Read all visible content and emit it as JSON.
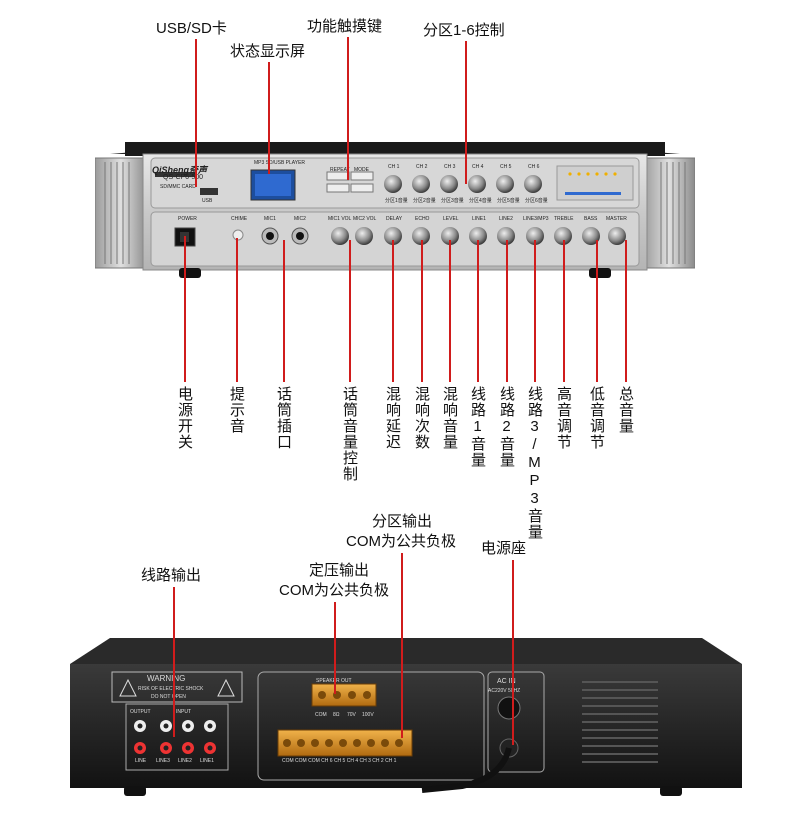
{
  "front": {
    "top_labels": {
      "usb_sd": "USB/SD卡",
      "display": "状态显示屏",
      "function_keys": "功能触摸键",
      "zone_control": "分区1-6控制"
    },
    "bottom_labels": [
      "电源开关",
      "提示音",
      "话筒插口",
      "话筒音量控制",
      "混响延迟",
      "混响次数",
      "混响音量",
      "线路1音量",
      "线路2音量",
      "线路3/MP3音量",
      "高音调节",
      "低音调节",
      "总音量"
    ],
    "panel": {
      "brand": "QiSheng",
      "brand_cn": "奇声",
      "model": "QS-CP6-500",
      "player": "MP3 SD/USB PLAYER",
      "slot_label": "SD/MMC CARD",
      "usb_label": "USB",
      "ch_labels": [
        "CH 1",
        "CH 2",
        "CH 3",
        "CH 4",
        "CH 5",
        "CH 6"
      ],
      "zone_vol_labels": [
        "分区1音量",
        "分区2音量",
        "分区3音量",
        "分区4音量",
        "分区5音量",
        "分区6音量"
      ],
      "lower_labels": [
        "POWER",
        "CHIME",
        "MIC1",
        "MIC2",
        "MIC1 VOL",
        "MIC2 VOL",
        "DELAY",
        "ECHO",
        "LEVEL",
        "LINE1",
        "LINE2",
        "LINE3/MP3",
        "TREBLE",
        "BASS",
        "MASTER"
      ],
      "button_labels": [
        "REPEAT",
        "MODE"
      ]
    }
  },
  "rear": {
    "labels": {
      "line_out": "线路输出",
      "fixed_voltage": "定压输出",
      "fixed_voltage_sub": "COM为公共负极",
      "zone_out": "分区输出",
      "zone_out_sub": "COM为公共负极",
      "power_socket": "电源座"
    },
    "panel": {
      "warning_title": "WARNING",
      "warning_line1": "RISK OF ELECTRIC SHOCK",
      "warning_line2": "DO NOT OPEN",
      "output": "OUTPUT",
      "input": "INPUT",
      "line": "LINE",
      "line_inputs": [
        "LINE3",
        "LINE2",
        "LINE1"
      ],
      "speaker_out": "SPEAKER OUT",
      "speaker_taps": [
        "COM",
        "8Ω",
        "70V",
        "100V"
      ],
      "zone_terms": "COM COM COM CH 6 CH 5 CH 4 CH 3 CH 2 CH 1",
      "ac_in": "AC IN",
      "ac_spec": "AC220V 50HZ"
    }
  }
}
